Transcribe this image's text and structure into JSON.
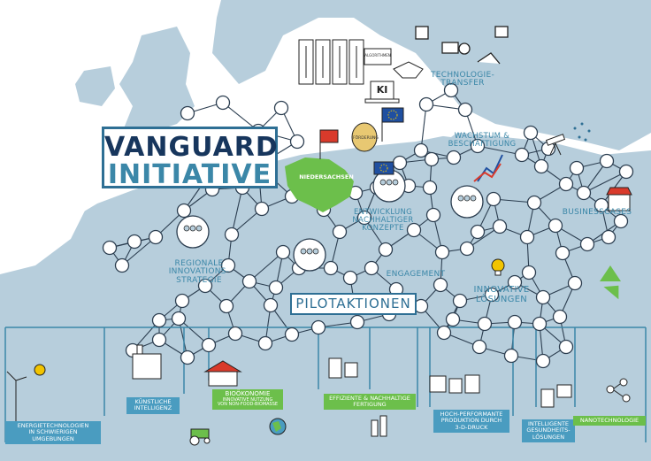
{
  "title": {
    "line1": "VANGUARD",
    "line2": "INITIATIVE"
  },
  "region": "NIEDERSACHSEN",
  "center_label": "PILOTAKTIONEN",
  "concepts": {
    "technology_transfer": "TECHNOLOGIE-\nTRANSFER",
    "growth": "WACHSTUM &\nBESCHÄFTIGUNG",
    "business_cases": "BUSINESSCASES",
    "sustainable_concepts": "ENTWICKLUNG\nNACHHALTIGER\nKONZEPTE",
    "regional_strategy": "REGIONALE\nINNOVATIONS-\nSTRATEGIE",
    "engagement": "ENGAGEMENT",
    "innovative_solutions": "INNOVATIVE\nLÖSUNGEN"
  },
  "icon_texts": {
    "algorithmen": "ALGORITHMEN",
    "ki": "KI",
    "foerderung": "FÖRDERUNG"
  },
  "pilot_actions": {
    "energie": "ENERGIETECHNOLOGIEN\nIN SCHWIERIGEN UMGEBUNGEN",
    "ki": "KÜNSTLICHE\nINTELLIGENZ",
    "bio": "BIOÖKONOMIE",
    "bio_sub": "INNOVATIVE NUTZUNG\nVON NON-FOOD-BIOMASSE",
    "effizient": "EFFIZIENTE & NACHHALTIGE\nFERTIGUNG",
    "hochperformant": "HOCH-PERFORMANTE\nPRODUKTION DURCH\n3-D-DRUCK",
    "gesundheit": "INTELLIGENTE\nGESUNDHEITS-\nLÖSUNGEN",
    "nano": "NANOTECHNOLOGIE"
  },
  "colors": {
    "sea": "#ffffff",
    "land": "#b7cedc",
    "land_dark": "#a3bfd0",
    "accent_blue": "#3b87a8",
    "dark_blue": "#17365d",
    "green": "#6cbf4b",
    "eu_blue": "#1f4fa0",
    "eu_yellow": "#f2c400",
    "red": "#d93a2b"
  },
  "icons": [
    "server-icon",
    "robot-arm-icon",
    "handshake-icon",
    "laptop-icon",
    "money-bag-icon",
    "eu-flag-icon",
    "lower-saxony-flag-icon",
    "people-group-icon",
    "growth-arrow-icon",
    "telescope-icon",
    "shop-icon",
    "recycle-icon",
    "light-bulb-icon",
    "solar-panel-icon",
    "wind-turbine-icon",
    "house-icon",
    "factory-icon",
    "tractor-icon",
    "molecule-icon"
  ]
}
